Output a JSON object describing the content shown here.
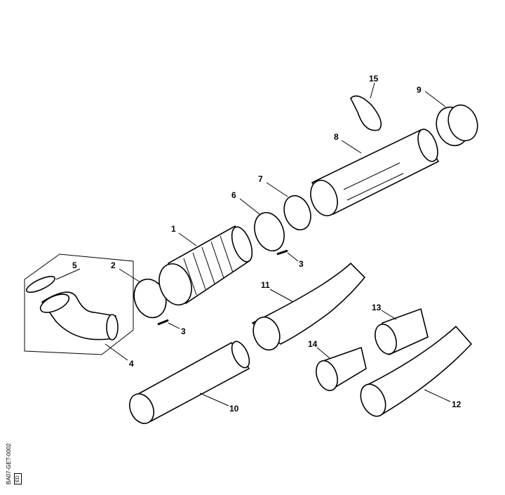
{
  "diagram": {
    "callouts": [
      "15",
      "9",
      "8",
      "7",
      "6",
      "1",
      "3",
      "5",
      "2",
      "11",
      "13",
      "3",
      "14",
      "4",
      "10",
      "12"
    ],
    "drawing_code": "BA07-GET-0002",
    "edition_mark": "ED"
  }
}
